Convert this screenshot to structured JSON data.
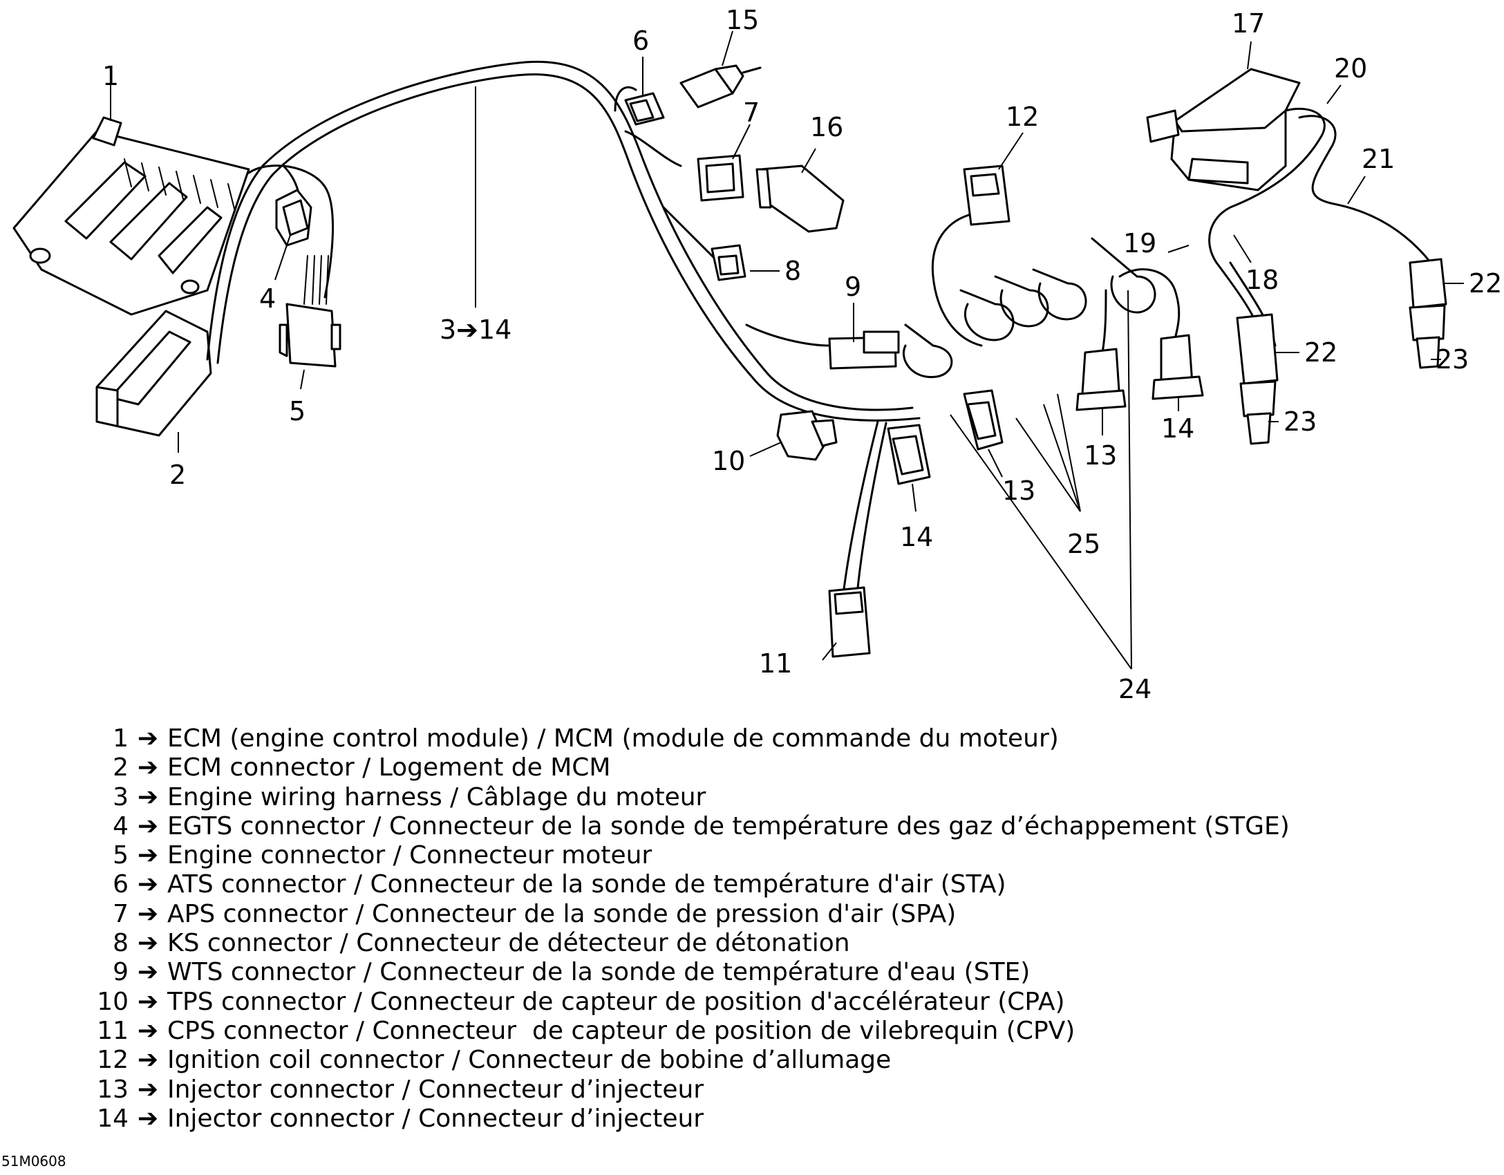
{
  "callouts": {
    "c1": "1",
    "c2": "2",
    "c3": "3➔14",
    "c4": "4",
    "c5": "5",
    "c6": "6",
    "c7": "7",
    "c8": "8",
    "c9": "9",
    "c10": "10",
    "c11": "11",
    "c12": "12",
    "c13a": "13",
    "c13b": "13",
    "c14a": "14",
    "c14b": "14",
    "c15": "15",
    "c16": "16",
    "c17": "17",
    "c18": "18",
    "c19": "19",
    "c20": "20",
    "c21": "21",
    "c22a": "22",
    "c22b": "22",
    "c23a": "23",
    "c23b": "23",
    "c24": "24",
    "c25": "25"
  },
  "legend": {
    "arrow": "➔",
    "items": [
      {
        "num": "1",
        "text": "ECM (engine control module) / MCM (module de commande du moteur)"
      },
      {
        "num": "2",
        "text": "ECM connector / Logement de MCM"
      },
      {
        "num": "3",
        "text": "Engine wiring harness / Câblage du moteur"
      },
      {
        "num": "4",
        "text": "EGTS connector / Connecteur de la sonde de température des gaz d’échappement (STGE)"
      },
      {
        "num": "5",
        "text": "Engine connector / Connecteur moteur"
      },
      {
        "num": "6",
        "text": "ATS connector / Connecteur de la sonde de température d'air (STA)"
      },
      {
        "num": "7",
        "text": "APS connector / Connecteur de la sonde de pression d'air (SPA)"
      },
      {
        "num": "8",
        "text": "KS connector / Connecteur de détecteur de détonation"
      },
      {
        "num": "9",
        "text": "WTS connector / Connecteur de la sonde de température d'eau (STE)"
      },
      {
        "num": "10",
        "text": "TPS connector / Connecteur de capteur de position d'accélérateur (CPA)"
      },
      {
        "num": "11",
        "text": "CPS connector / Connecteur  de capteur de position de vilebrequin (CPV)"
      },
      {
        "num": "12",
        "text": "Ignition coil connector / Connecteur de bobine d’allumage"
      },
      {
        "num": "13",
        "text": "Injector connector / Connecteur d’injecteur"
      },
      {
        "num": "14",
        "text": "Injector connector / Connecteur d’injecteur"
      }
    ]
  },
  "reference_code": "51M0608"
}
